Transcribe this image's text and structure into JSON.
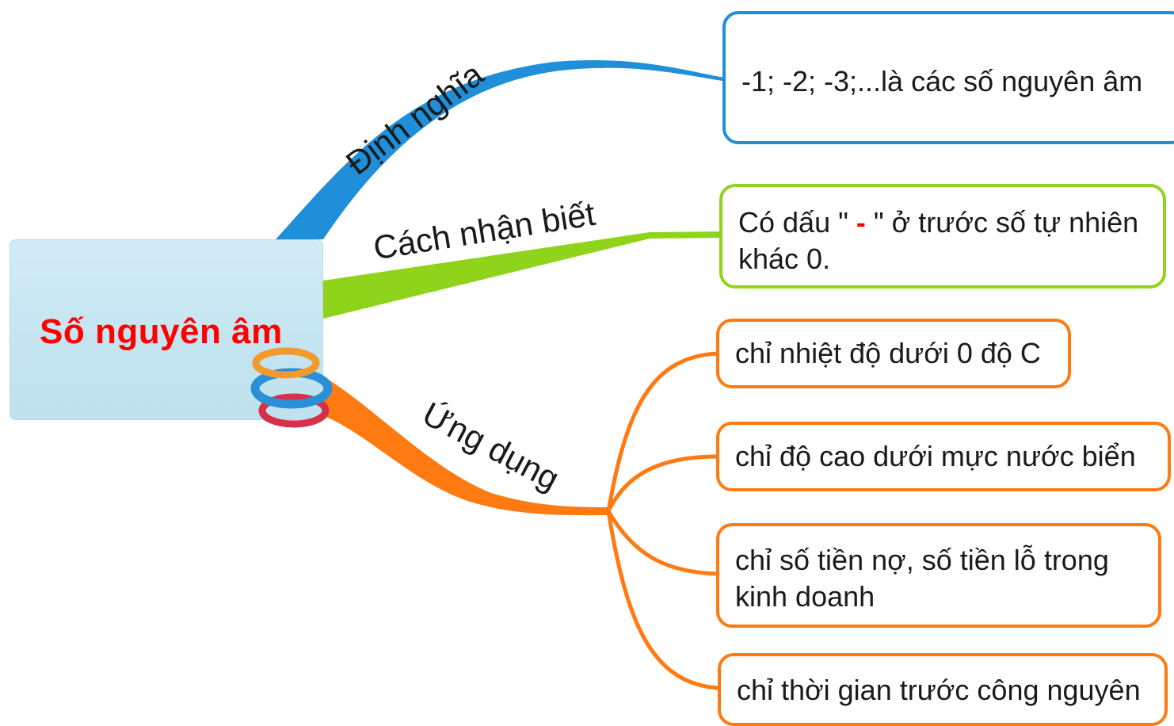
{
  "center": {
    "title": "Số nguyên âm"
  },
  "branches": {
    "definition": {
      "label": "Định nghĩa",
      "text": "-1; -2; -3;...là các số nguyên âm"
    },
    "recognition": {
      "label": "Cách nhận biết",
      "text_before": "Có dấu \" ",
      "dash": "-",
      "text_after": " \" ở trước số tự nhiên",
      "text_line2": "khác 0."
    },
    "application": {
      "label": "Ứng dụng",
      "items": [
        {
          "line1": "chỉ nhiệt độ dưới 0 độ C"
        },
        {
          "line1": "chỉ độ cao dưới mực nước biển"
        },
        {
          "line1": "chỉ số tiền nợ, số tiền lỗ trong",
          "line2": "kinh doanh"
        },
        {
          "line1": "chỉ thời gian trước công nguyên"
        }
      ]
    }
  },
  "colors": {
    "definition": "#1f8fd9",
    "recognition": "#8fd41a",
    "application": "#ff7a10",
    "center_title": "#ff0000"
  }
}
